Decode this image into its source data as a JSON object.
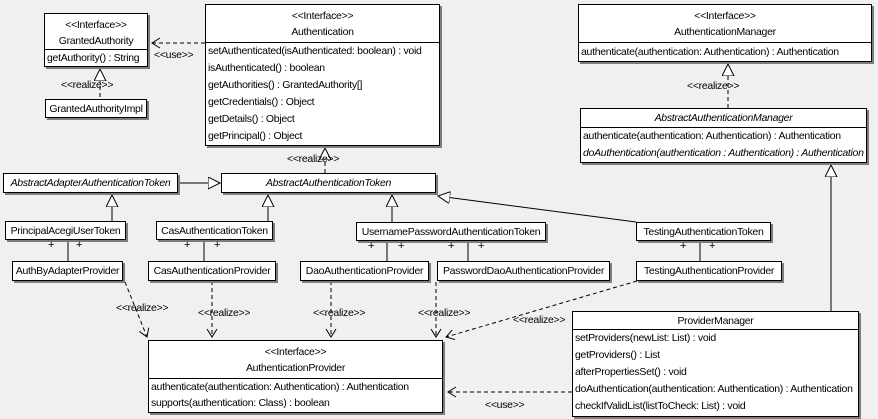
{
  "background": "#f0f0f0",
  "labels": {
    "use": "<<use>>",
    "realize": "<<realize>>",
    "plus": "+"
  },
  "classes": {
    "granted_authority": {
      "stereotype": "<<Interface>>",
      "name": "GrantedAuthority",
      "methods": [
        "getAuthority() : String"
      ]
    },
    "granted_authority_impl": {
      "name": "GrantedAuthorityImpl"
    },
    "authentication": {
      "stereotype": "<<Interface>>",
      "name": "Authentication",
      "methods": [
        "setAuthenticated(isAuthenticated: boolean) : void",
        "isAuthenticated() : boolean",
        "getAuthorities() : GrantedAuthority[]",
        "getCredentials() : Object",
        "getDetails() : Object",
        "getPrincipal() : Object"
      ]
    },
    "authentication_manager": {
      "stereotype": "<<Interface>>",
      "name": "AuthenticationManager",
      "methods": [
        "authenticate(authentication: Authentication) : Authentication"
      ]
    },
    "abstract_authentication_manager": {
      "name": "AbstractAuthenticationManager",
      "methods": [
        "authenticate(authentication: Authentication) : Authentication",
        "doAuthentication(authentication : Authentication) : Authentication"
      ]
    },
    "abstract_adapter_authentication_token": {
      "name": "AbstractAdapterAuthenticationToken"
    },
    "abstract_authentication_token": {
      "name": "AbstractAuthenticationToken"
    },
    "principal_acegi_user_token": {
      "name": "PrincipalAcegiUserToken"
    },
    "cas_authentication_token": {
      "name": "CasAuthenticationToken"
    },
    "username_password_authentication_token": {
      "name": "UsernamePasswordAuthenticationToken"
    },
    "testing_authentication_token": {
      "name": "TestingAuthenticationToken"
    },
    "auth_by_adapter_provider": {
      "name": "AuthByAdapterProvider"
    },
    "cas_authentication_provider": {
      "name": "CasAuthenticationProvider"
    },
    "dao_authentication_provider": {
      "name": "DaoAuthenticationProvider"
    },
    "password_dao_authentication_provider": {
      "name": "PasswordDaoAuthenticationProvider"
    },
    "testing_authentication_provider": {
      "name": "TestingAuthenticationProvider"
    },
    "authentication_provider": {
      "stereotype": "<<Interface>>",
      "name": "AuthenticationProvider",
      "methods": [
        "authenticate(authentication: Authentication) : Authentication",
        "supports(authentication: Class) : boolean"
      ]
    },
    "provider_manager": {
      "name": "ProviderManager",
      "methods": [
        "setProviders(newList: List) : void",
        "getProviders() : List",
        "afterPropertiesSet() : void",
        "doAuthentication(authentication: Authentication) : Authentication",
        "checkIfValidList(listToCheck: List) : void"
      ]
    }
  }
}
